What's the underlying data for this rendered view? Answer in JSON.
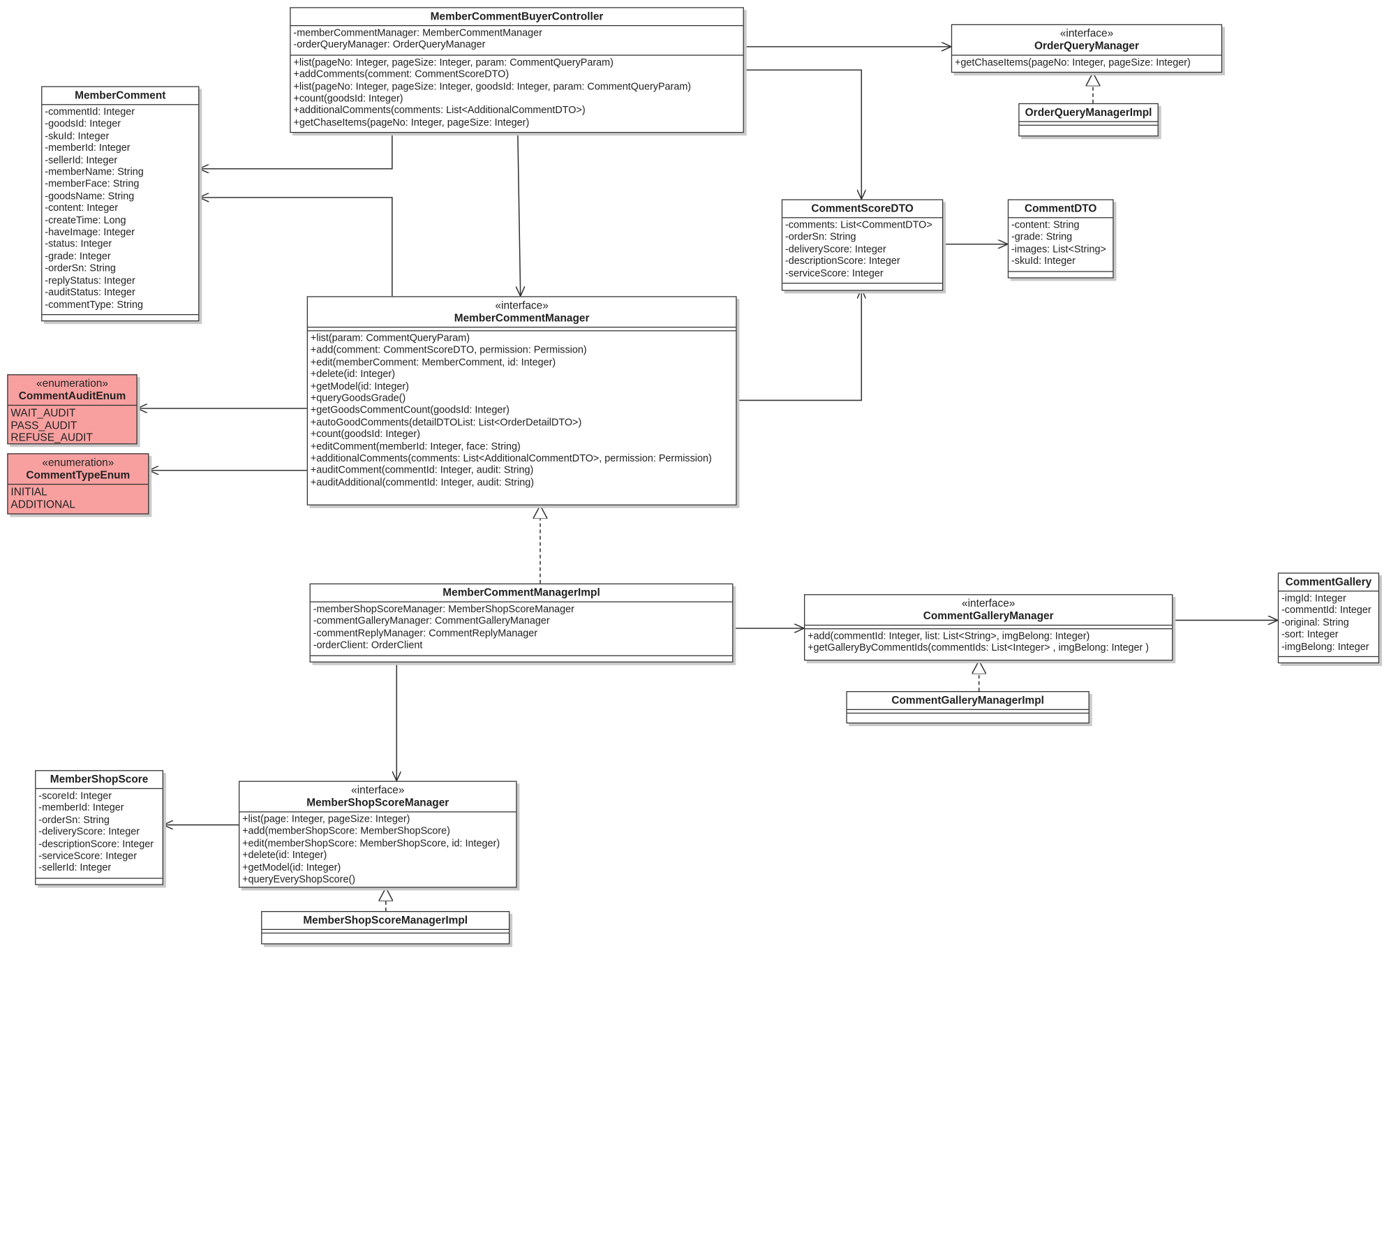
{
  "classes": {
    "controller": {
      "name": "MemberCommentBuyerController",
      "attributes": [
        "-memberCommentManager: MemberCommentManager",
        "-orderQueryManager: OrderQueryManager"
      ],
      "operations": [
        "+list(pageNo: Integer, pageSize: Integer, param: CommentQueryParam)",
        "+addComments(comment: CommentScoreDTO)",
        "+list(pageNo: Integer, pageSize: Integer, goodsId: Integer, param: CommentQueryParam)",
        "+count(goodsId: Integer)",
        "+additionalComments(comments: List<AdditionalCommentDTO>)",
        "+getChaseItems(pageNo: Integer, pageSize: Integer)"
      ]
    },
    "orderQueryManager": {
      "stereotype": "«interface»",
      "name": "OrderQueryManager",
      "operations": [
        "+getChaseItems(pageNo: Integer, pageSize: Integer)"
      ]
    },
    "orderQueryManagerImpl": {
      "name": "OrderQueryManagerImpl"
    },
    "memberComment": {
      "name": "MemberComment",
      "attributes": [
        "-commentId: Integer",
        "-goodsId: Integer",
        "-skuId: Integer",
        "-memberId: Integer",
        "-sellerId: Integer",
        "-memberName: String",
        "-memberFace: String",
        "-goodsName: String",
        "-content: Integer",
        "-createTime: Long",
        "-haveImage: Integer",
        "-status: Integer",
        "-grade: Integer",
        "-orderSn: String",
        "-replyStatus: Integer",
        "-auditStatus: Integer",
        "-commentType: String"
      ]
    },
    "commentScoreDTO": {
      "name": "CommentScoreDTO",
      "attributes": [
        "-comments: List<CommentDTO>",
        "-orderSn: String",
        "-deliveryScore: Integer",
        "-descriptionScore: Integer",
        "-serviceScore: Integer"
      ]
    },
    "commentDTO": {
      "name": "CommentDTO",
      "attributes": [
        "-content: String",
        "-grade: String",
        "-images: List<String>",
        "-skuId: Integer"
      ]
    },
    "memberCommentManager": {
      "stereotype": "«interface»",
      "name": "MemberCommentManager",
      "operations": [
        "+list(param: CommentQueryParam)",
        "+add(comment: CommentScoreDTO, permission: Permission)",
        "+edit(memberComment: MemberComment, id: Integer)",
        "+delete(id: Integer)",
        "+getModel(id: Integer)",
        "+queryGoodsGrade()",
        "+getGoodsCommentCount(goodsId: Integer)",
        "+autoGoodComments(detailDTOList: List<OrderDetailDTO>)",
        "+count(goodsId: Integer)",
        "+editComment(memberId: Integer, face: String)",
        "+additionalComments(comments: List<AdditionalCommentDTO>, permission: Permission)",
        "+auditComment(commentId: Integer, audit: String)",
        "+auditAdditional(commentId: Integer, audit: String)"
      ]
    },
    "commentAuditEnum": {
      "stereotype": "«enumeration»",
      "name": "CommentAuditEnum",
      "literals": [
        "WAIT_AUDIT",
        "PASS_AUDIT",
        "REFUSE_AUDIT"
      ]
    },
    "commentTypeEnum": {
      "stereotype": "«enumeration»",
      "name": "CommentTypeEnum",
      "literals": [
        "INITIAL",
        "ADDITIONAL"
      ]
    },
    "memberCommentManagerImpl": {
      "name": "MemberCommentManagerImpl",
      "attributes": [
        "-memberShopScoreManager: MemberShopScoreManager",
        "-commentGalleryManager: CommentGalleryManager",
        "-commentReplyManager: CommentReplyManager",
        "-orderClient: OrderClient"
      ]
    },
    "commentGalleryManager": {
      "stereotype": "«interface»",
      "name": "CommentGalleryManager",
      "operations": [
        "+add(commentId: Integer, list:  List<String>, imgBelong: Integer)",
        "+getGalleryByCommentIds(commentIds: List<Integer> , imgBelong:  Integer )"
      ]
    },
    "commentGallery": {
      "name": "CommentGallery",
      "attributes": [
        "-imgId: Integer",
        "-commentId: Integer",
        "-original: String",
        "-sort: Integer",
        "-imgBelong: Integer"
      ]
    },
    "commentGalleryManagerImpl": {
      "name": "CommentGalleryManagerImpl"
    },
    "memberShopScore": {
      "name": "MemberShopScore",
      "attributes": [
        "-scoreId: Integer",
        "-memberId: Integer",
        "-orderSn: String",
        "-deliveryScore: Integer",
        "-descriptionScore: Integer",
        "-serviceScore: Integer",
        "-sellerId: Integer"
      ]
    },
    "memberShopScoreManager": {
      "stereotype": "«interface»",
      "name": "MemberShopScoreManager",
      "operations": [
        "+list(page: Integer, pageSize: Integer)",
        "+add(memberShopScore: MemberShopScore)",
        "+edit(memberShopScore: MemberShopScore, id: Integer)",
        "+delete(id: Integer)",
        "+getModel(id: Integer)",
        "+queryEveryShopScore()"
      ]
    },
    "memberShopScoreManagerImpl": {
      "name": "MemberShopScoreManagerImpl"
    }
  }
}
